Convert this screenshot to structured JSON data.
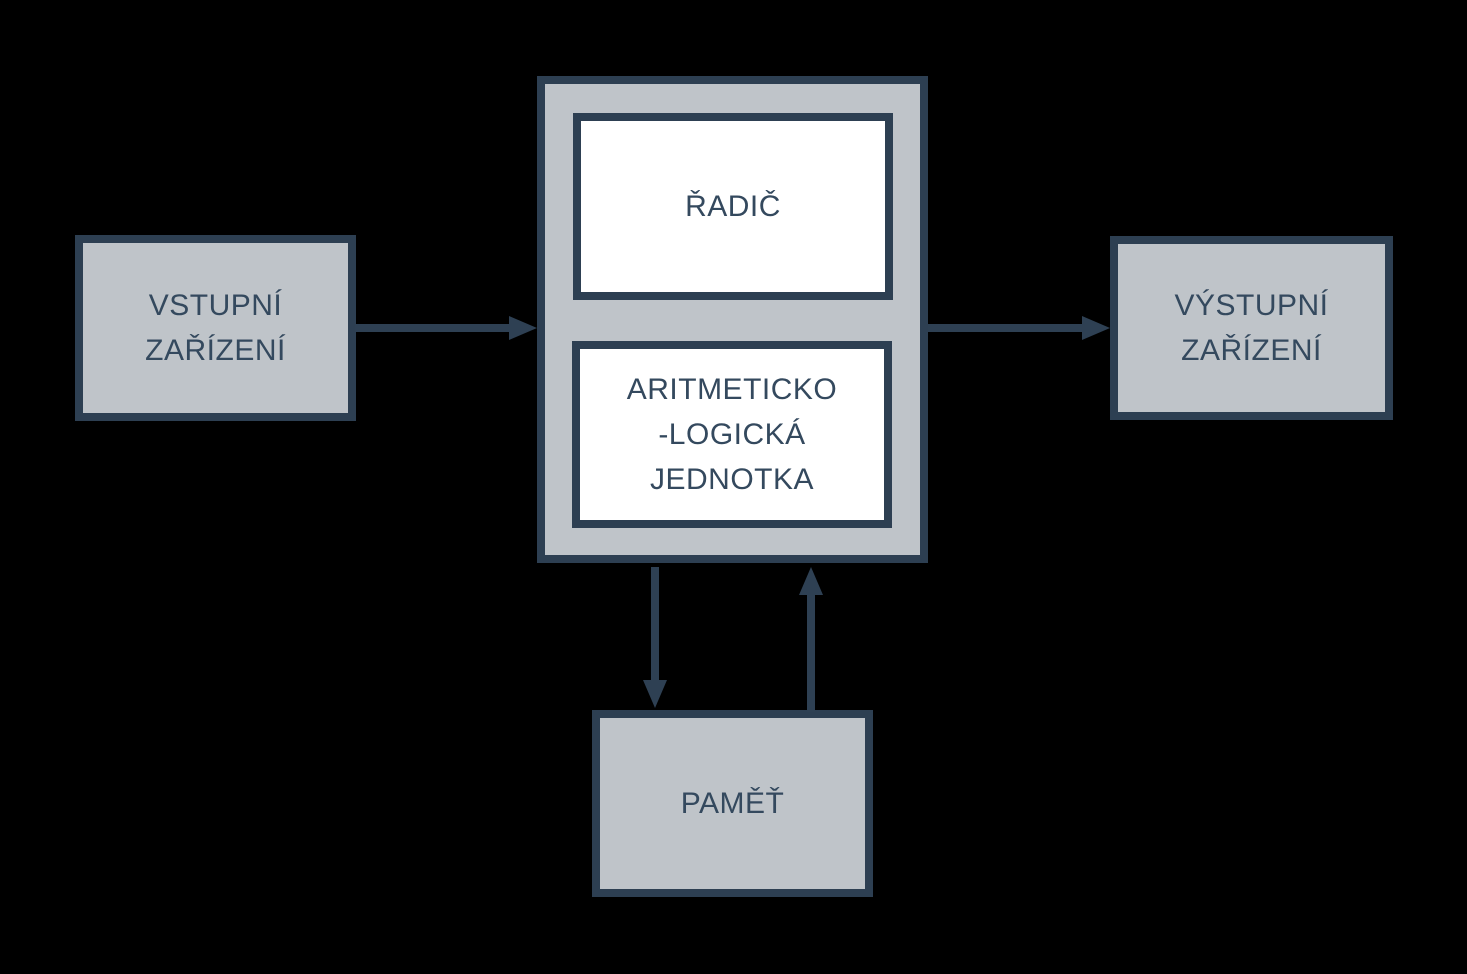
{
  "colors": {
    "background": "#000000",
    "box_fill": "#bfc4c9",
    "box_border": "#2d3f52",
    "inner_fill": "#ffffff",
    "text": "#34495e",
    "arrow": "#2e4053"
  },
  "diagram": {
    "title": "",
    "input_device": {
      "lines": [
        "VSTUPNÍ",
        "ZAŘÍZENÍ"
      ]
    },
    "cpu": {
      "controller": {
        "label": "ŘADIČ"
      },
      "alu": {
        "lines": [
          "ARITMETICKO",
          "-LOGICKÁ",
          "JEDNOTKA"
        ]
      }
    },
    "output_device": {
      "lines": [
        "VÝSTUPNÍ",
        "ZAŘÍZENÍ"
      ]
    },
    "memory": {
      "label": "PAMĚŤ"
    },
    "arrows": [
      {
        "name": "input-to-cpu",
        "direction": "right"
      },
      {
        "name": "cpu-to-output",
        "direction": "right"
      },
      {
        "name": "cpu-to-memory",
        "direction": "down"
      },
      {
        "name": "memory-to-cpu",
        "direction": "up"
      }
    ]
  }
}
